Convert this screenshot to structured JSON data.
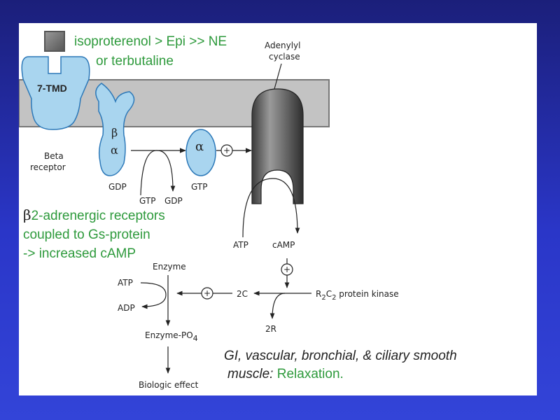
{
  "legend": {
    "line1": "isoproterenol > Epi >> NE",
    "line2": "or terbutaline"
  },
  "receptor": {
    "tmd_label": "7-TMD",
    "name_line1": "Beta",
    "name_line2": "receptor"
  },
  "gprotein": {
    "beta": "β",
    "alpha": "α",
    "gdp": "GDP"
  },
  "exchange": {
    "gtp_in": "GTP",
    "gdp_out": "GDP"
  },
  "active_alpha": {
    "alpha": "α",
    "gtp": "GTP"
  },
  "plus_sign": "+",
  "cyclase": {
    "line1": "Adenylyl",
    "line2": "cyclase",
    "atp": "ATP",
    "camp": "cAMP"
  },
  "note": {
    "beta_symbol": "β",
    "line1_rest": "2-adrenergic receptors",
    "line2": "coupled to Gs-protein",
    "line3": "-> increased cAMP"
  },
  "kinase": {
    "r": "R",
    "sub2a": "2",
    "c": "C",
    "sub2b": "2",
    "rest": " protein kinase",
    "two_c": "2C",
    "two_r": "2R"
  },
  "enzyme": {
    "enzyme": "Enzyme",
    "atp": "ATP",
    "adp": "ADP",
    "po4": "Enzyme-PO",
    "po4_sub": "4",
    "effect": "Biologic effect"
  },
  "effect_note": {
    "line1": "GI, vascular, bronchial, & ciliary smooth",
    "line2_black": "muscle: ",
    "line2_green": "Relaxation."
  },
  "colors": {
    "background": "#2a36c8",
    "receptor_fill": "#a9d5ef",
    "membrane": "#c3c3c3",
    "green_text": "#2e9a3c"
  }
}
